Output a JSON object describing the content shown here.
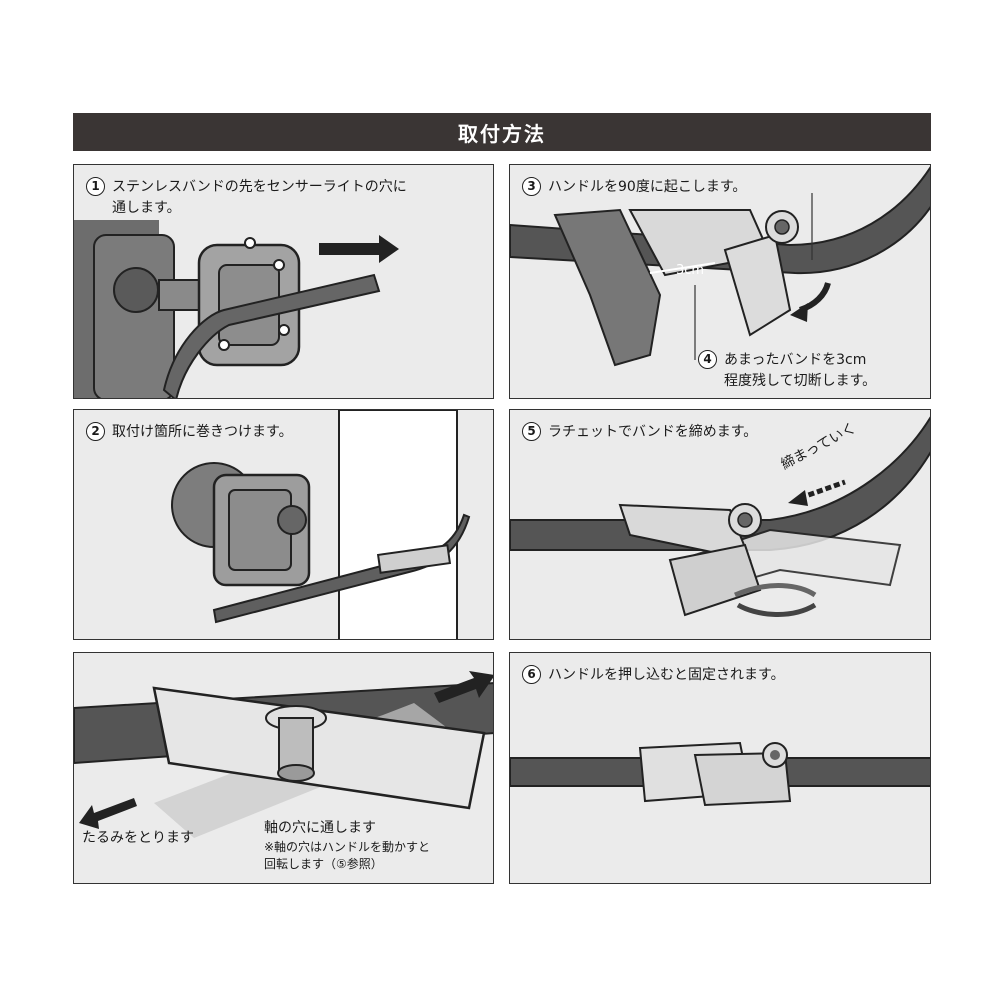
{
  "title": "取付方法",
  "steps": [
    {
      "num": "1",
      "text": "ステンレスバンドの先をセンサーライトの穴に\n通します。"
    },
    {
      "num": "2",
      "text": "取付け箇所に巻きつけます。"
    },
    {
      "num": "3",
      "text": "ハンドルを90度に起こします。"
    },
    {
      "num": "4",
      "text": "あまったバンドを3cm\n程度残して切断します。"
    },
    {
      "num": "5",
      "text": "ラチェットでバンドを締めます。"
    },
    {
      "num": "6",
      "text": "ハンドルを押し込むと固定されます。"
    }
  ],
  "labels": {
    "three_cm": "3cm",
    "tightening": "締まっていく",
    "slack": "たるみをとります",
    "axis_hole": "軸の穴に通します",
    "axis_note": "※軸の穴はハンドルを動かすと\n回転します（⑤参照）"
  }
}
